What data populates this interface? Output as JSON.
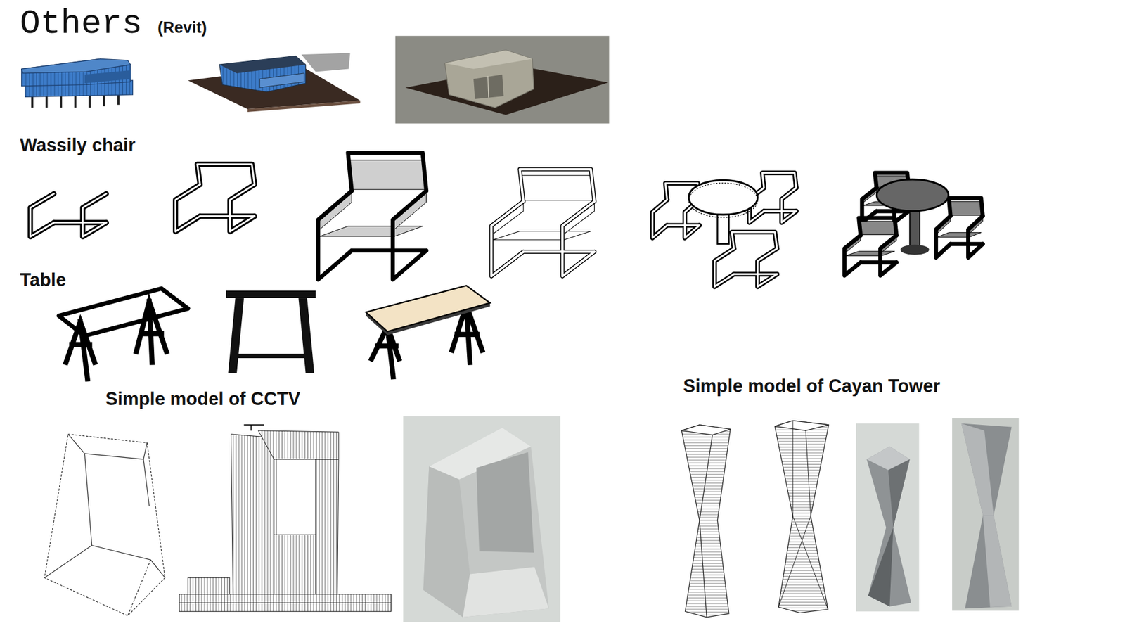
{
  "diagram": {
    "title": "Others",
    "labels": [
      "(Revit)",
      "Wassily chair",
      "Table",
      "Simple model of CCTV",
      "Simple model of Cayan Tower"
    ]
  }
}
